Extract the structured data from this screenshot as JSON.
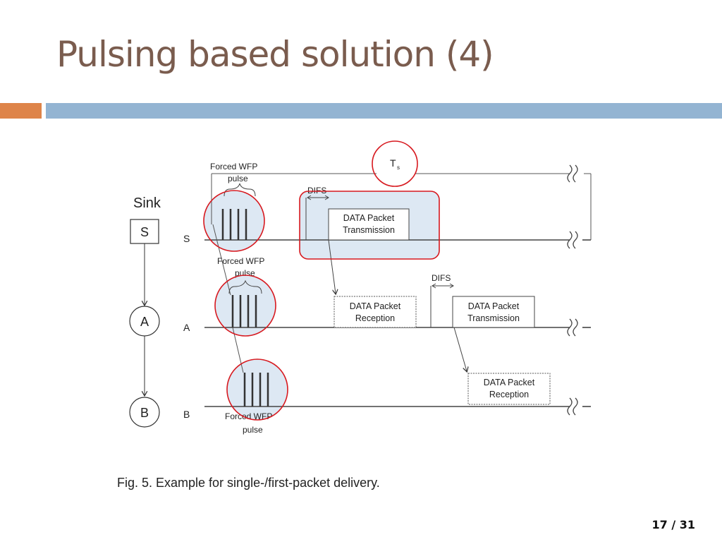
{
  "slide": {
    "title": "Pulsing based solution (4)",
    "page_current": "17",
    "page_separator": "/",
    "page_total": "31"
  },
  "figure": {
    "caption": "Fig. 5. Example for single-/first-packet delivery.",
    "sink_label": "Sink",
    "nodes": [
      "S",
      "A",
      "B"
    ],
    "timeline_labels": [
      "S",
      "A",
      "B"
    ],
    "ts_label": "T",
    "ts_subscript": "s",
    "difs_label": "DIFS",
    "forced_wfp_line1": "Forced WFP",
    "forced_wfp_line2": "pulse",
    "boxes": {
      "s_tx_line1": "DATA Packet",
      "s_tx_line2": "Transmission",
      "a_rx_line1": "DATA Packet",
      "a_rx_line2": "Reception",
      "a_tx_line1": "DATA Packet",
      "a_tx_line2": "Transmission",
      "b_rx_line1": "DATA Packet",
      "b_rx_line2": "Reception"
    },
    "colors": {
      "highlight_circle": "#d7191f",
      "highlight_fill": "#dde8f3",
      "title": "#7a5c4e",
      "accent_orange": "#de8449",
      "accent_blue": "#93b4d2"
    }
  }
}
